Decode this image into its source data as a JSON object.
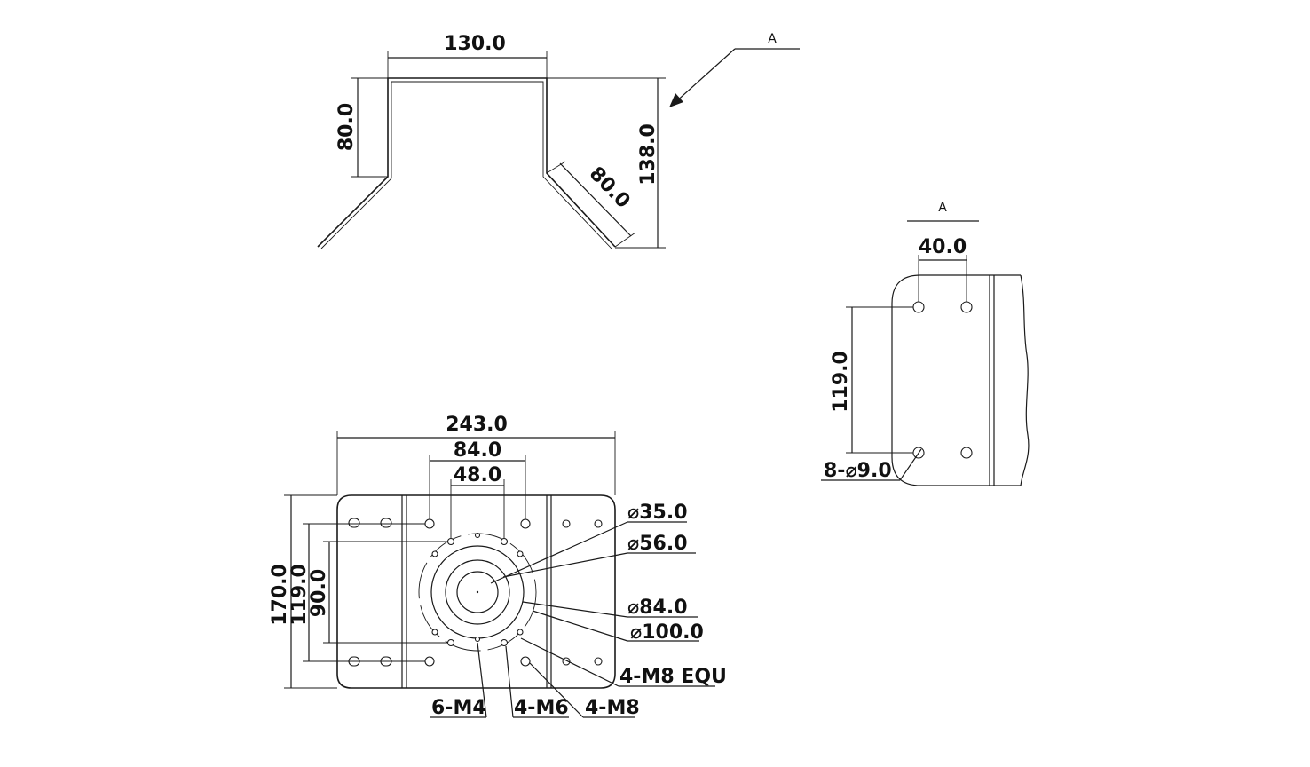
{
  "view_marker": "A",
  "side_view": {
    "width": "130.0",
    "height_left": "80.0",
    "total_height": "138.0",
    "flange": "80.0"
  },
  "detail_view": {
    "title": "A",
    "hole_spacing": "40.0",
    "vertical_spacing": "119.0",
    "holes": "8-⌀9.0"
  },
  "plan_view": {
    "total_width": "243.0",
    "spacing_84": "84.0",
    "spacing_48": "48.0",
    "height_170": "170.0",
    "height_119": "119.0",
    "height_90": "90.0",
    "dia_35": "⌀35.0",
    "dia_56": "⌀56.0",
    "dia_84": "⌀84.0",
    "dia_100": "⌀100.0",
    "m8_equ": "4-M8 EQU",
    "m4": "6-M4",
    "m6": "4-M6",
    "m8": "4-M8"
  }
}
